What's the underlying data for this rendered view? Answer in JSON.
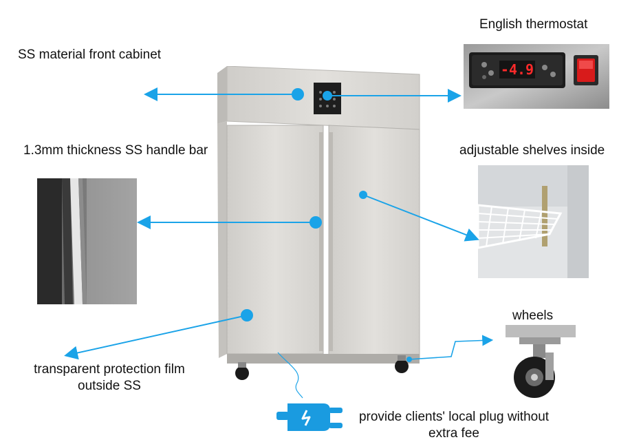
{
  "labels": {
    "front_cabinet": "SS material front cabinet",
    "thermostat": "English thermostat",
    "handle_bar": "1.3mm thickness SS handle bar",
    "shelves": "adjustable shelves inside",
    "wheels": "wheels",
    "film_line1": "transparent protection film",
    "film_line2": "outside SS",
    "plug_line1": "provide clients' local plug without",
    "plug_line2": "extra fee"
  },
  "thermostat_display": {
    "reading": "-4.9"
  },
  "colors": {
    "arrow": "#1aa3e8",
    "cabinet_body": "#dcdad6",
    "display_red": "#ff2a2a",
    "switch_red": "#d81b1b",
    "plug_blue": "#1a9be0"
  }
}
